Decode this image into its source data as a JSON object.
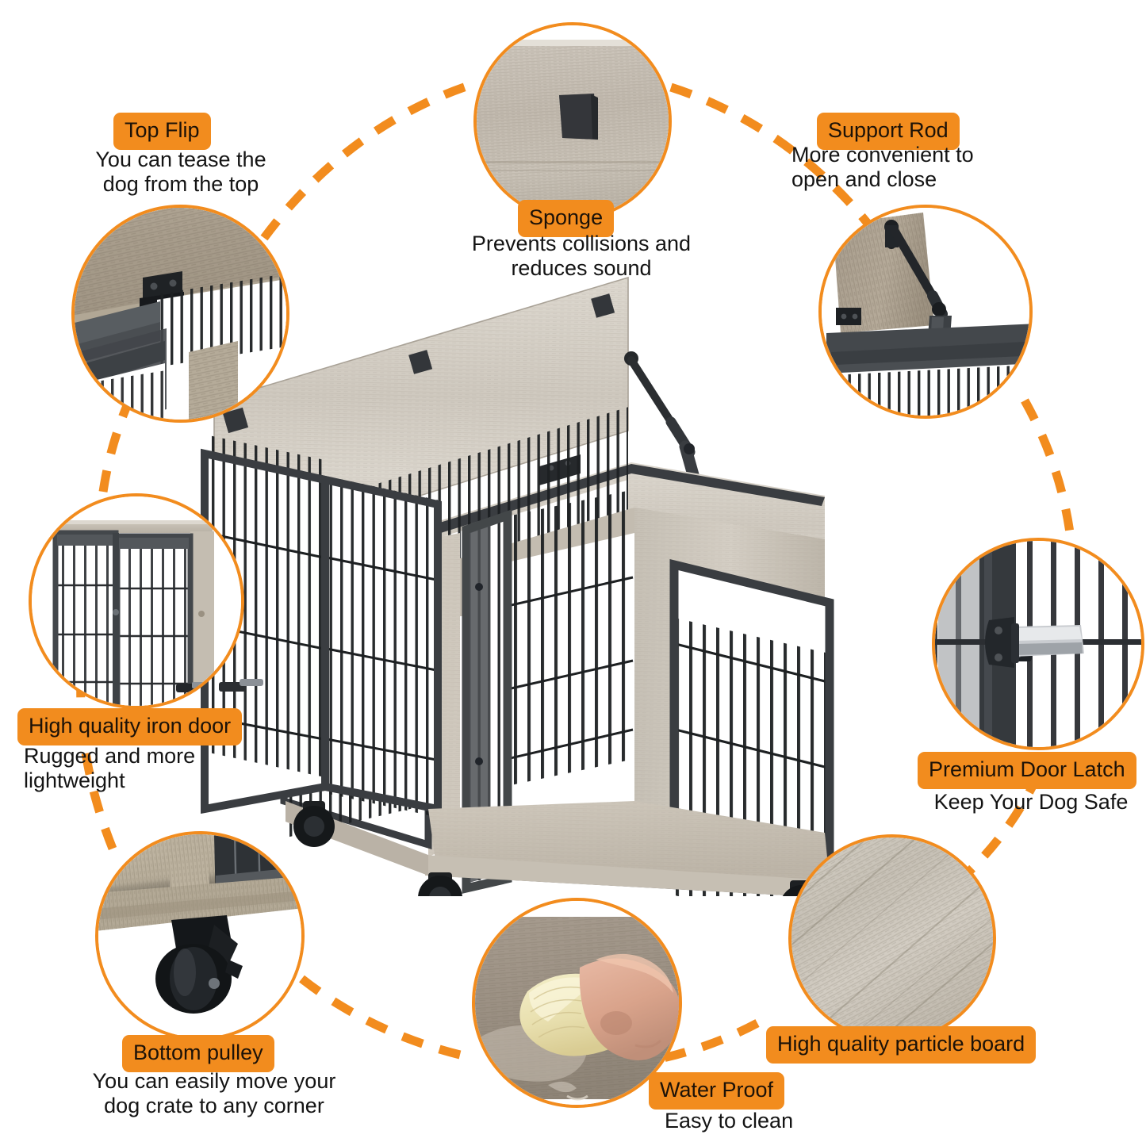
{
  "meta": {
    "product": "Wooden dog crate end table with flip top, double iron doors and casters",
    "accent_color": "#F28C1E",
    "text_color": "#141414",
    "background": "#FFFFFF"
  },
  "callouts": [
    {
      "id": "top-flip",
      "badge": "Top Flip",
      "caption": "You can tease the\ndog from the top",
      "photo": "top-flip-hinge-photo"
    },
    {
      "id": "sponge",
      "badge": "Sponge",
      "caption": "Prevents collisions and\nreduces sound",
      "photo": "sponge-pad-photo"
    },
    {
      "id": "support-rod",
      "badge": "Support Rod",
      "caption": "More convenient to\nopen and close",
      "photo": "support-rod-photo"
    },
    {
      "id": "iron-door",
      "badge": "High quality iron door",
      "caption": "Rugged and more\nlightweight",
      "photo": "iron-door-photo"
    },
    {
      "id": "door-latch",
      "badge": "Premium Door Latch",
      "caption": "Keep Your Dog Safe",
      "photo": "door-latch-photo"
    },
    {
      "id": "bottom-pulley",
      "badge": "Bottom pulley",
      "caption": "You can easily move your\ndog crate to any corner",
      "photo": "caster-wheel-photo"
    },
    {
      "id": "water-proof",
      "badge": "Water Proof",
      "caption": "Easy to clean",
      "photo": "wiping-hand-photo"
    },
    {
      "id": "particle-board",
      "badge": "High quality particle board",
      "caption": "",
      "photo": "particle-board-photo"
    }
  ]
}
